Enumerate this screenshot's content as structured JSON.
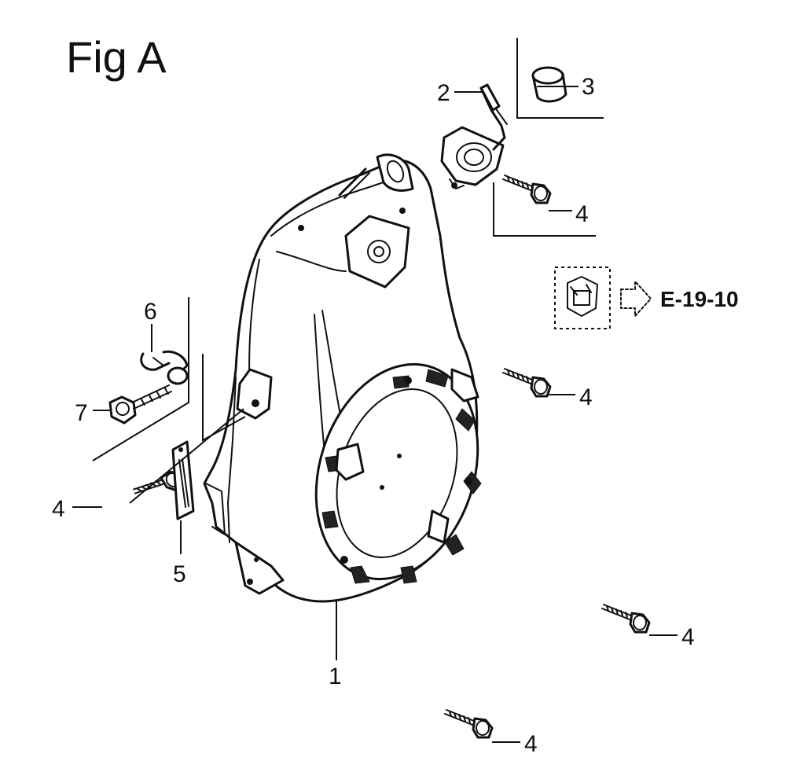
{
  "figure_title": "Fig A",
  "reference": {
    "label": "E-19-10"
  },
  "callouts": [
    {
      "id": "callout-1",
      "text": "1"
    },
    {
      "id": "callout-2",
      "text": "2"
    },
    {
      "id": "callout-3",
      "text": "3"
    },
    {
      "id": "callout-4-top",
      "text": "4"
    },
    {
      "id": "callout-4-right",
      "text": "4"
    },
    {
      "id": "callout-4-left",
      "text": "4"
    },
    {
      "id": "callout-4-lower-right",
      "text": "4"
    },
    {
      "id": "callout-4-bottom",
      "text": "4"
    },
    {
      "id": "callout-5",
      "text": "5"
    },
    {
      "id": "callout-6",
      "text": "6"
    },
    {
      "id": "callout-7",
      "text": "7"
    }
  ]
}
